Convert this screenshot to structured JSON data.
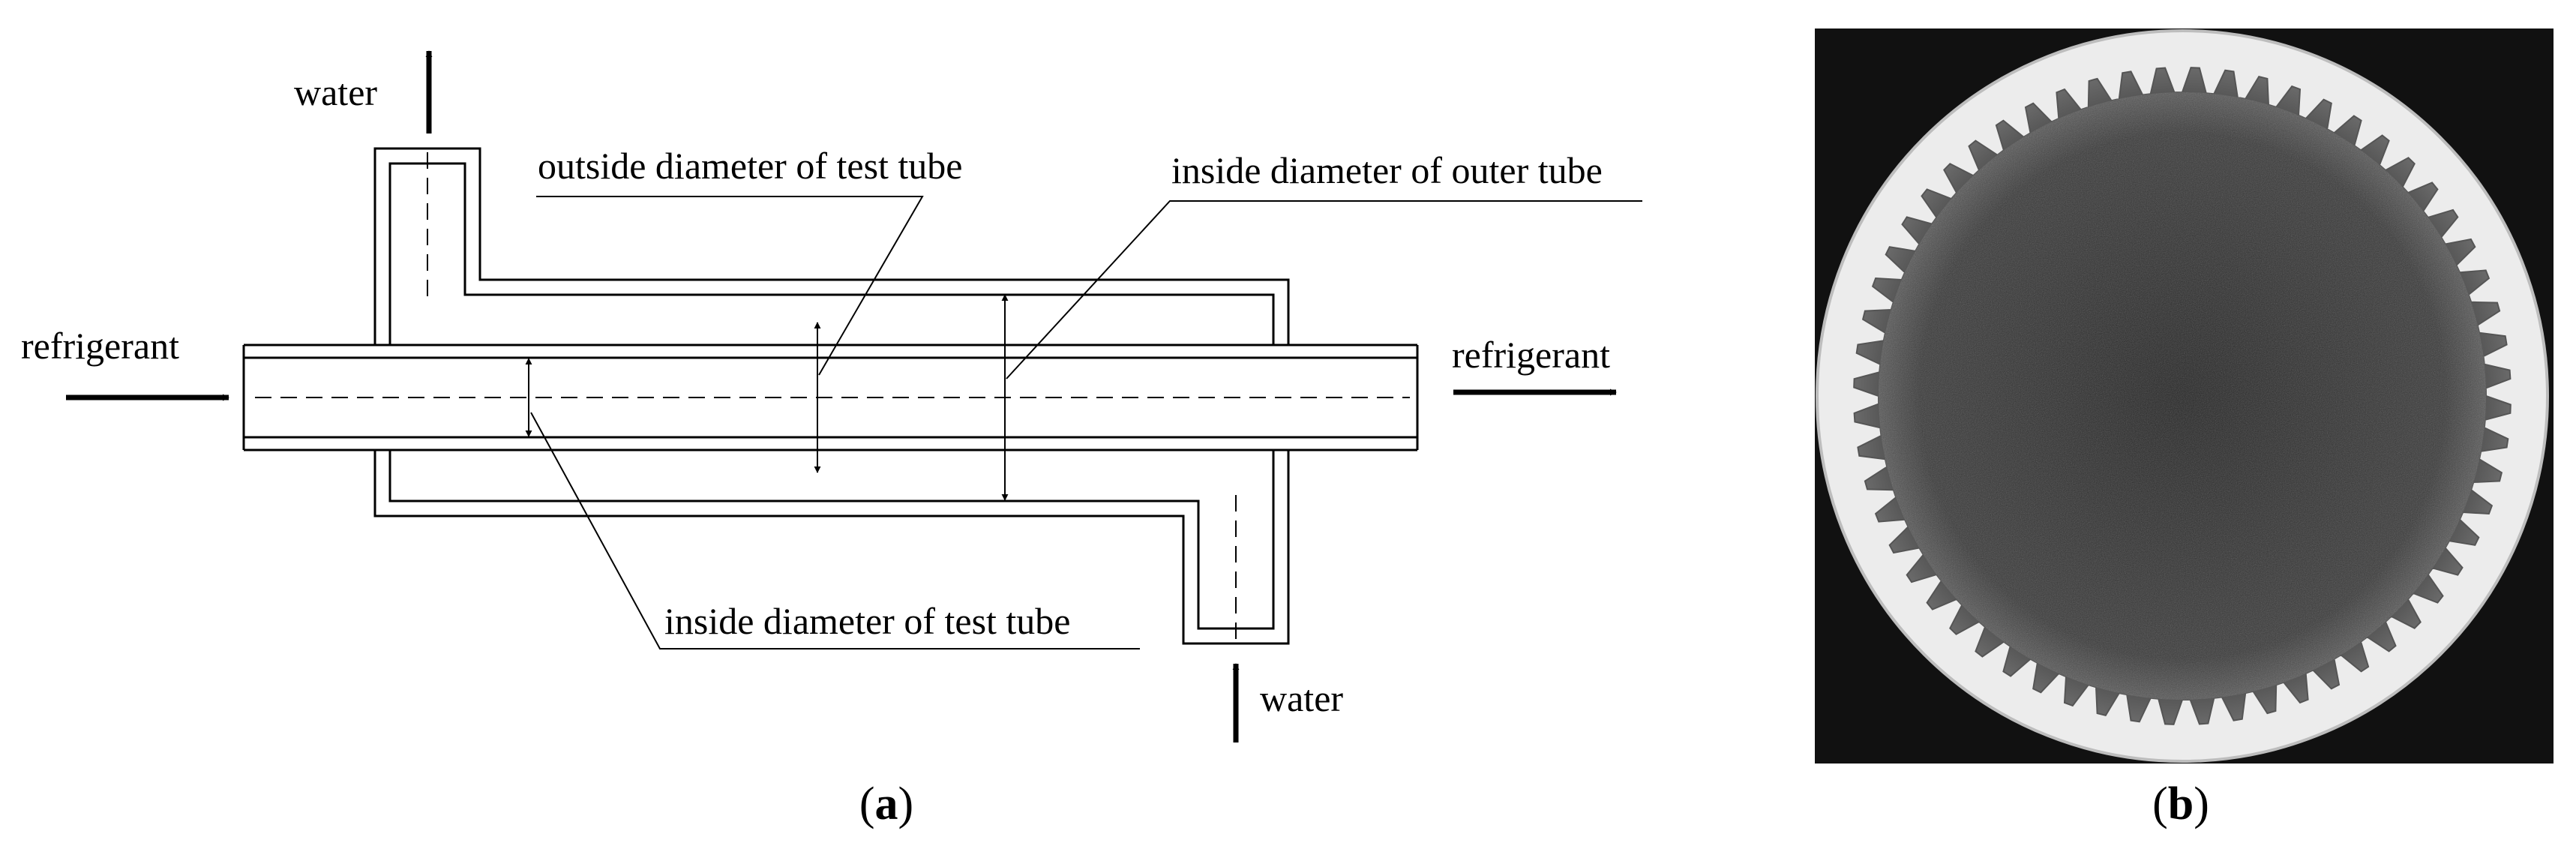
{
  "panel_a": {
    "caption_open": "(",
    "caption_letter": "a",
    "caption_close": ")",
    "labels": {
      "water_out": "water",
      "water_in": "water",
      "refrigerant_in": "refrigerant",
      "refrigerant_out": "refrigerant",
      "outside_diameter_test_tube": "outside diameter of test tube",
      "inside_diameter_outer_tube": "inside diameter of outer tube",
      "inside_diameter_test_tube": "inside diameter of test tube"
    }
  },
  "panel_b": {
    "caption_open": "(",
    "caption_letter": "b",
    "caption_close": ")",
    "teeth_count": 60
  },
  "colors": {
    "line": "#000000",
    "photo_background": "#111111",
    "tube_wall": "#ececec",
    "tube_interior": "#2a2a2a"
  }
}
